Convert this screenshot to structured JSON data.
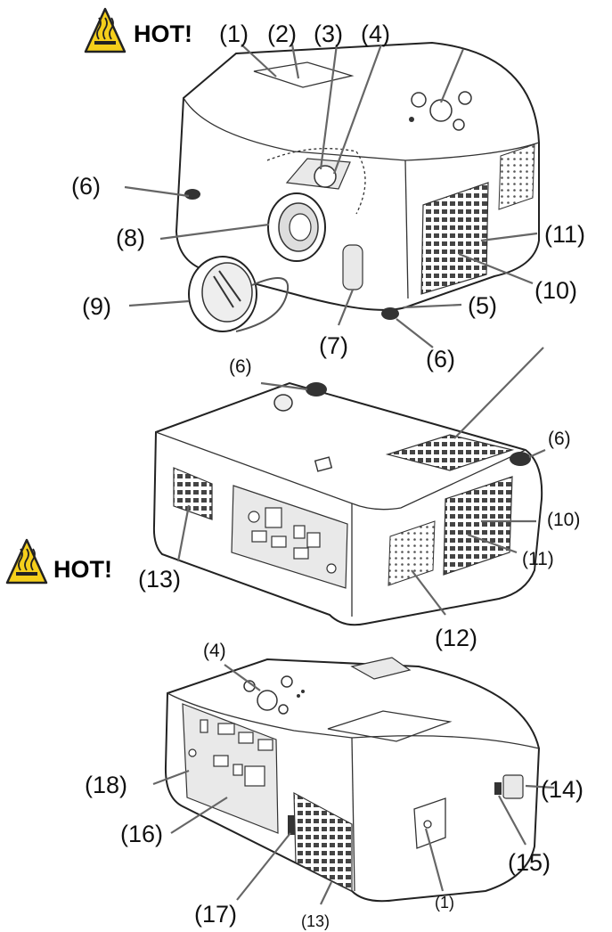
{
  "warnings": {
    "top": "HOT!",
    "middle": "HOT!"
  },
  "colors": {
    "warning_fill": "#f5cf1b",
    "line": "#222222",
    "leader": "#666666"
  },
  "labels": {
    "view1": {
      "l1": "(1)",
      "l2": "(2)",
      "l3": "(3)",
      "l4": "(4)",
      "l6a": "(6)",
      "l8": "(8)",
      "l9": "(9)",
      "l11": "(11)",
      "l10": "(10)",
      "l5": "(5)",
      "l7": "(7)",
      "l6b": "(6)"
    },
    "view2": {
      "l6a": "(6)",
      "l6b": "(6)",
      "l10": "(10)",
      "l13": "(13)",
      "l11": "(11)",
      "l12": "(12)"
    },
    "view3": {
      "l4": "(4)",
      "l18": "(18)",
      "l14": "(14)",
      "l16": "(16)",
      "l15": "(15)",
      "l17": "(17)",
      "l1": "(1)",
      "l13": "(13)"
    }
  }
}
